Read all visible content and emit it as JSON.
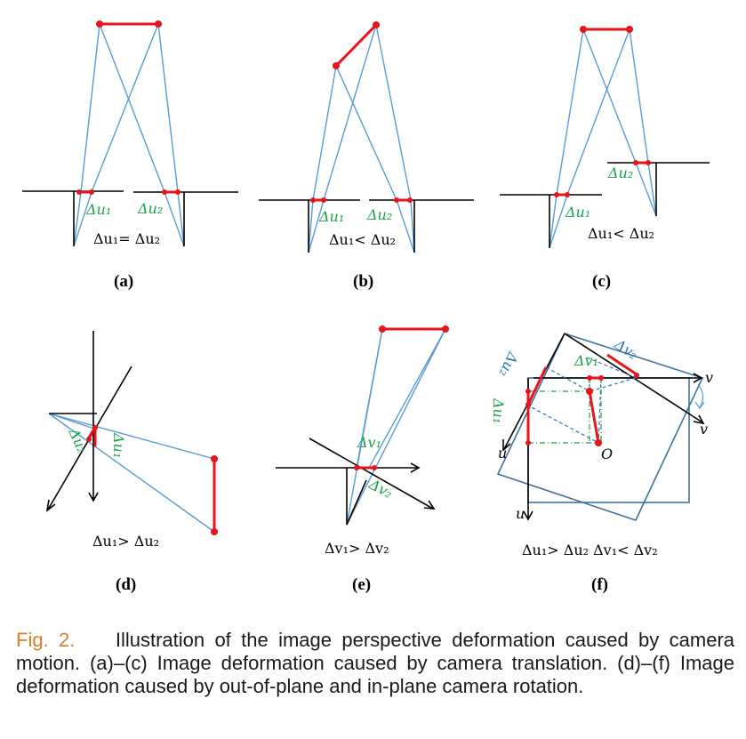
{
  "figure": {
    "panels": [
      {
        "id": "a",
        "label": "(a)",
        "equation": "Δu₁= Δu₂",
        "marks": [
          "Δu₁",
          "Δu₂"
        ]
      },
      {
        "id": "b",
        "label": "(b)",
        "equation": "Δu₁< Δu₂",
        "marks": [
          "Δu₁",
          "Δu₂"
        ]
      },
      {
        "id": "c",
        "label": "(c)",
        "equation": "Δu₁< Δu₂",
        "marks": [
          "Δu₁",
          "Δu₂"
        ]
      },
      {
        "id": "d",
        "label": "(d)",
        "equation": "Δu₁> Δu₂",
        "marks": [
          "Δu₁",
          "Δu₂"
        ]
      },
      {
        "id": "e",
        "label": "(e)",
        "equation": "Δv₁> Δv₂",
        "marks": [
          "Δv₁",
          "Δv₂"
        ]
      },
      {
        "id": "f",
        "label": "(f)",
        "equation": "Δu₁> Δu₂   Δv₁< Δv₂",
        "marks": [
          "Δv₁",
          "Δv₂",
          "Δu₂",
          "Δu₁"
        ],
        "axis_labels": [
          "v",
          "v",
          "u",
          "u",
          "O"
        ]
      }
    ],
    "colors": {
      "ray": "#5b9bd5",
      "object": "#e8141c",
      "annotation": "#1aa34a",
      "caption_figure": "#e07b28"
    }
  },
  "caption": {
    "figure_number": "Fig. 2.",
    "text": "Illustration of the image perspective deformation caused by camera motion. (a)–(c) Image deformation caused by camera translation. (d)–(f) Image deformation caused by out-of-plane and in-plane camera rotation."
  }
}
